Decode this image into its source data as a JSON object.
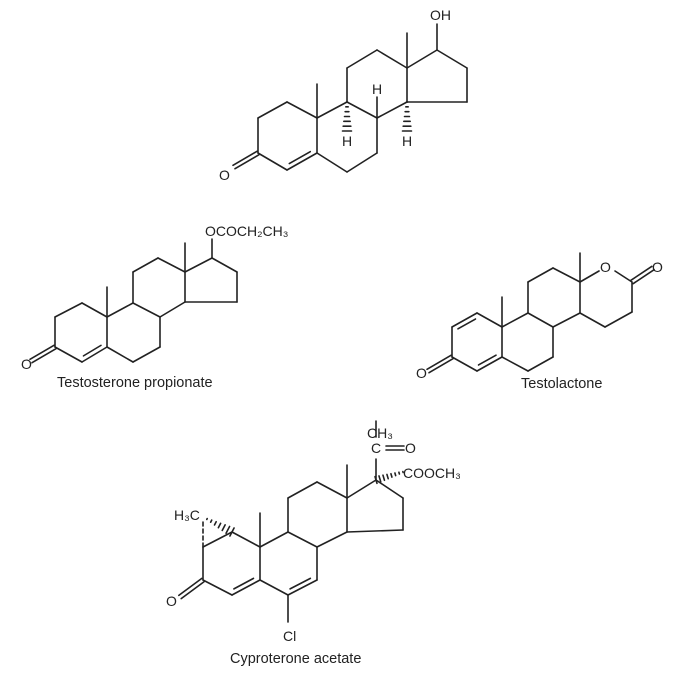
{
  "molecules": {
    "testosterone": {
      "oh": "OH",
      "o": "O",
      "h9": "H",
      "h8": "H",
      "h14": "H"
    },
    "testosterone_propionate": {
      "name": "Testosterone propionate",
      "ester": "OCOCH₂CH₃",
      "o": "O"
    },
    "testolactone": {
      "name": "Testolactone",
      "o3": "O",
      "ring_o": "O",
      "lactone_o": "O"
    },
    "cyproterone_acetate": {
      "name": "Cyproterone acetate",
      "ch3_top": "CH₃",
      "c": "C",
      "ketone_o": "O",
      "cooch3": "COOCH₃",
      "h3c": "H₃C",
      "o3": "O",
      "cl": "Cl"
    }
  }
}
